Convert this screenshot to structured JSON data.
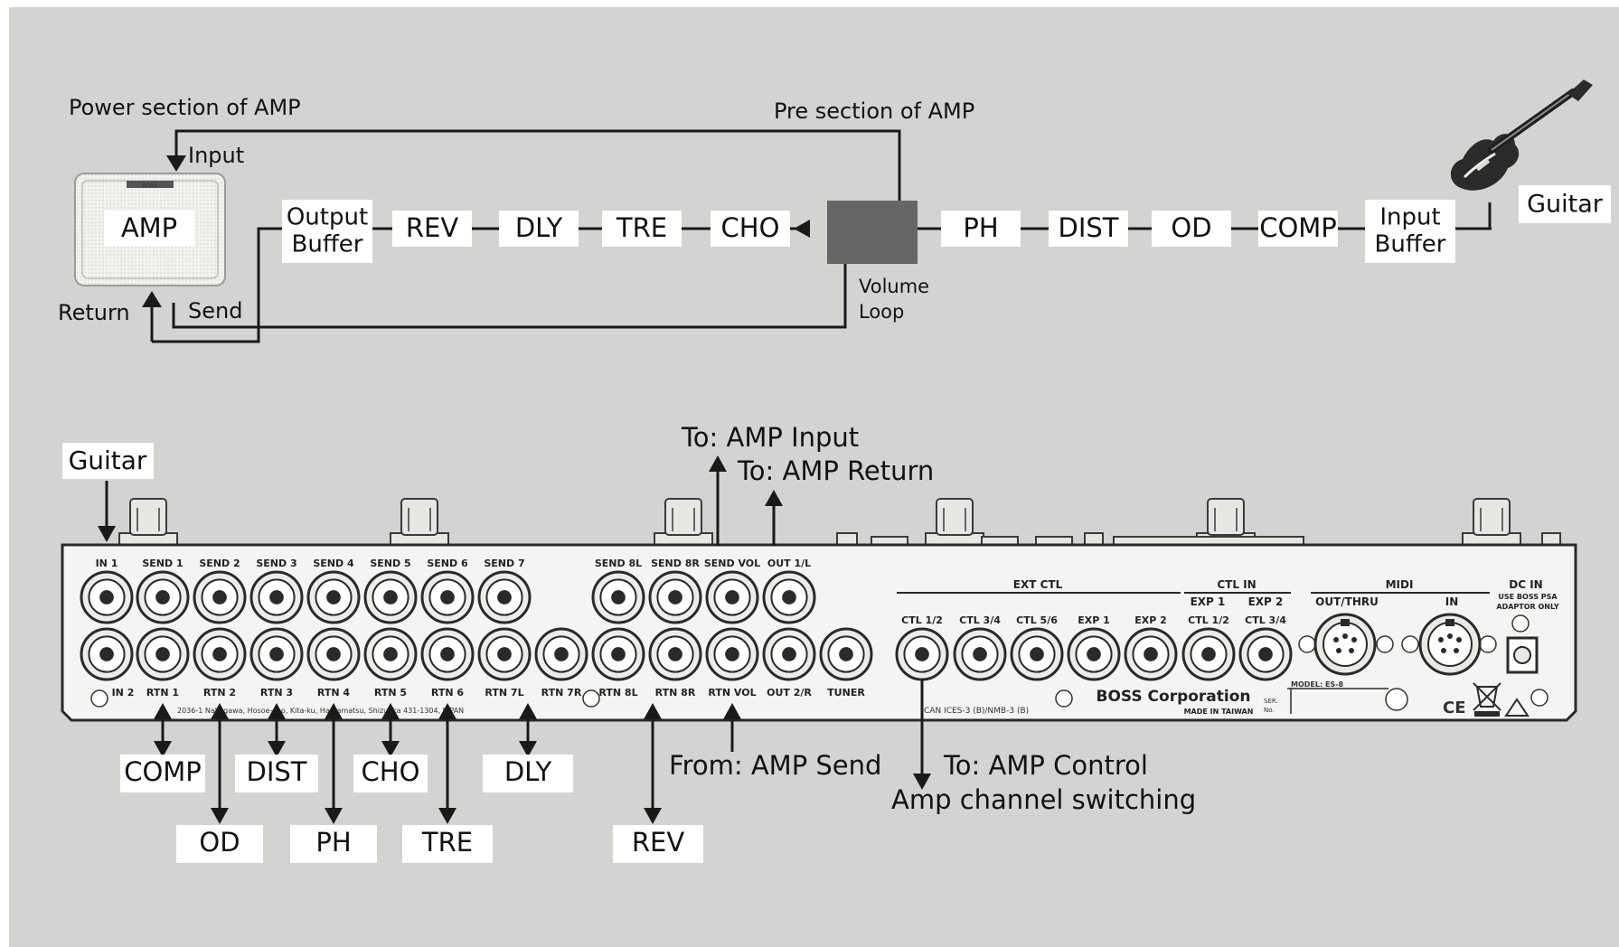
{
  "colors": {
    "background": "#d3d4d2",
    "box": "#ffffff",
    "line": "#1a1a1a",
    "volume_loop": "#666666",
    "panel": "#f4f4f2"
  },
  "signal_chain": {
    "power_section_label": "Power section of AMP",
    "pre_section_label": "Pre section of AMP",
    "amp_input_label": "Input",
    "amp_label": "AMP",
    "amp_return_label": "Return",
    "amp_send_label": "Send",
    "output_buffer": [
      "Output",
      "Buffer"
    ],
    "input_buffer": [
      "Input",
      "Buffer"
    ],
    "effects_after_loop": [
      "REV",
      "DLY",
      "TRE",
      "CHO"
    ],
    "effects_before_loop": [
      "PH",
      "DIST",
      "OD",
      "COMP"
    ],
    "volume_loop": [
      "Volume",
      "Loop"
    ],
    "guitar_label": "Guitar"
  },
  "rear_panel": {
    "guitar_label": "Guitar",
    "to_amp_input": "To: AMP Input",
    "to_amp_return": "To: AMP Return",
    "from_amp_send": "From: AMP Send",
    "to_amp_control": "To: AMP Control",
    "amp_channel_switching": "Amp channel switching",
    "top_jacks": [
      "IN 1",
      "SEND 1",
      "SEND 2",
      "SEND 3",
      "SEND 4",
      "SEND 5",
      "SEND 6",
      "SEND 7"
    ],
    "top_jacks_right": [
      "SEND 8L",
      "SEND 8R",
      "SEND VOL",
      "OUT 1/L"
    ],
    "bottom_jacks": [
      "IN 2",
      "RTN 1",
      "RTN 2",
      "RTN 3",
      "RTN 4",
      "RTN 5",
      "RTN 6",
      "RTN 7L",
      "RTN 7R",
      "RTN 8L",
      "RTN 8R",
      "RTN VOL",
      "OUT 2/R",
      "TUNER"
    ],
    "ext_ctl_header": "EXT CTL",
    "ctl_in_header": "CTL IN",
    "midi_header": "MIDI",
    "dc_in_header": "DC IN",
    "dc_in_note": [
      "USE BOSS PSA",
      "ADAPTOR ONLY"
    ],
    "exp_top_labels": [
      "EXP 1",
      "EXP 2"
    ],
    "ext_ctl_jacks": [
      "CTL 1/2",
      "CTL 3/4",
      "CTL 5/6",
      "EXP 1",
      "EXP 2",
      "CTL 1/2",
      "CTL 3/4"
    ],
    "midi_out_label": "OUT/THRU",
    "midi_in_label": "IN",
    "brand": "BOSS Corporation",
    "made_in": "MADE IN TAIWAN",
    "model": "MODEL: ES-8",
    "ser_no": [
      "SER.",
      "No."
    ],
    "address": "2036-1 Nakagawa, Hosoe-cho, Kita-ku, Hamamatsu, Shizuoka 431-1304, JAPAN",
    "compliance": "CAN ICES-3 (B)/NMB-3 (B)",
    "ce_mark": "CE",
    "amp_badge": "BOSS",
    "effect_labels_row1": [
      "COMP",
      "DIST",
      "CHO",
      "DLY"
    ],
    "effect_labels_row2": [
      "OD",
      "PH",
      "TRE",
      "REV"
    ]
  }
}
